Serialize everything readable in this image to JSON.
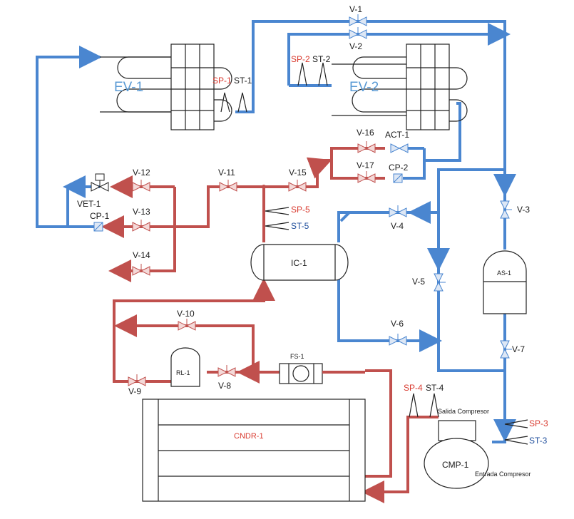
{
  "equipment": {
    "ev1": "EV-1",
    "ev2": "EV-2",
    "ic1": "IC-1",
    "as1": "AS-1",
    "rl1": "RL-1",
    "fs1": "FS-1",
    "cndr1": "CNDR-1",
    "cmp1": "CMP-1"
  },
  "valves": {
    "v1": "V-1",
    "v2": "V-2",
    "v3": "V-3",
    "v4": "V-4",
    "v5": "V-5",
    "v6": "V-6",
    "v7": "V-7",
    "v8": "V-8",
    "v9": "V-9",
    "v10": "V-10",
    "v11": "V-11",
    "v12": "V-12",
    "v13": "V-13",
    "v14": "V-14",
    "v15": "V-15",
    "v16": "V-16",
    "v17": "V-17"
  },
  "instruments": {
    "sp1": "SP-1",
    "st1": "ST-1",
    "sp2": "SP-2",
    "st2": "ST-2",
    "sp3": "SP-3",
    "st3": "ST-3",
    "sp4": "SP-4",
    "st4": "ST-4",
    "sp5": "SP-5",
    "st5": "ST-5",
    "act1": "ACT-1",
    "cp1": "CP-1",
    "cp2": "CP-2",
    "vet1": "VET-1"
  },
  "notes": {
    "salida": "Salida Compresor",
    "entrada": "Entrada Compresor"
  },
  "colors": {
    "suction_line": "#4a86d0",
    "liquid_discharge_line": "#c0504d",
    "sp_label": "#d93a2f",
    "st_label": "#1f4e9c"
  }
}
